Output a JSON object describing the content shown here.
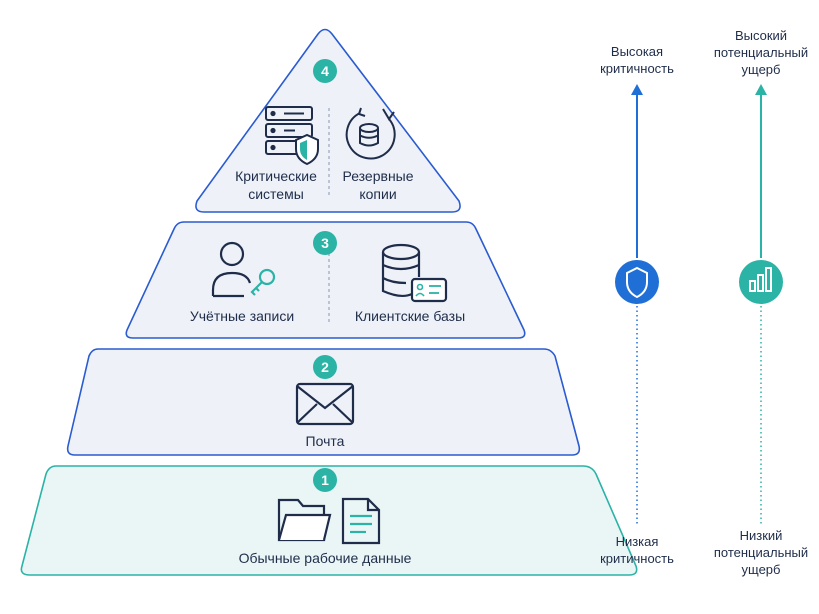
{
  "levels": [
    {
      "number": "1",
      "items": [
        "Обычные рабочие данные"
      ],
      "icons": [
        "folder-icon",
        "document-icon"
      ]
    },
    {
      "number": "2",
      "items": [
        "Почта"
      ],
      "icons": [
        "envelope-icon"
      ]
    },
    {
      "number": "3",
      "items": [
        "Учётные записи",
        "Клиентские базы"
      ],
      "icons": [
        "user-key-icon",
        "database-card-icon"
      ]
    },
    {
      "number": "4",
      "items": [
        "Критические системы",
        "Резервные копии"
      ],
      "icons": [
        "server-shield-icon",
        "backup-database-icon"
      ]
    }
  ],
  "axes": {
    "criticality": {
      "top": "Высокая критичность",
      "bottom": "Низкая критичность",
      "icon": "shield-icon"
    },
    "damage": {
      "top": "Высокий потенциальный ущерб",
      "bottom": "Низкий потенциальный ущерб",
      "icon": "bar-chart-icon"
    }
  },
  "colors": {
    "teal": "#2bb3a6",
    "blue": "#1f6fd6",
    "tierFill": "#eef2f8",
    "tierStroke": "#2a5bd0",
    "text": "#1f2d4a"
  }
}
